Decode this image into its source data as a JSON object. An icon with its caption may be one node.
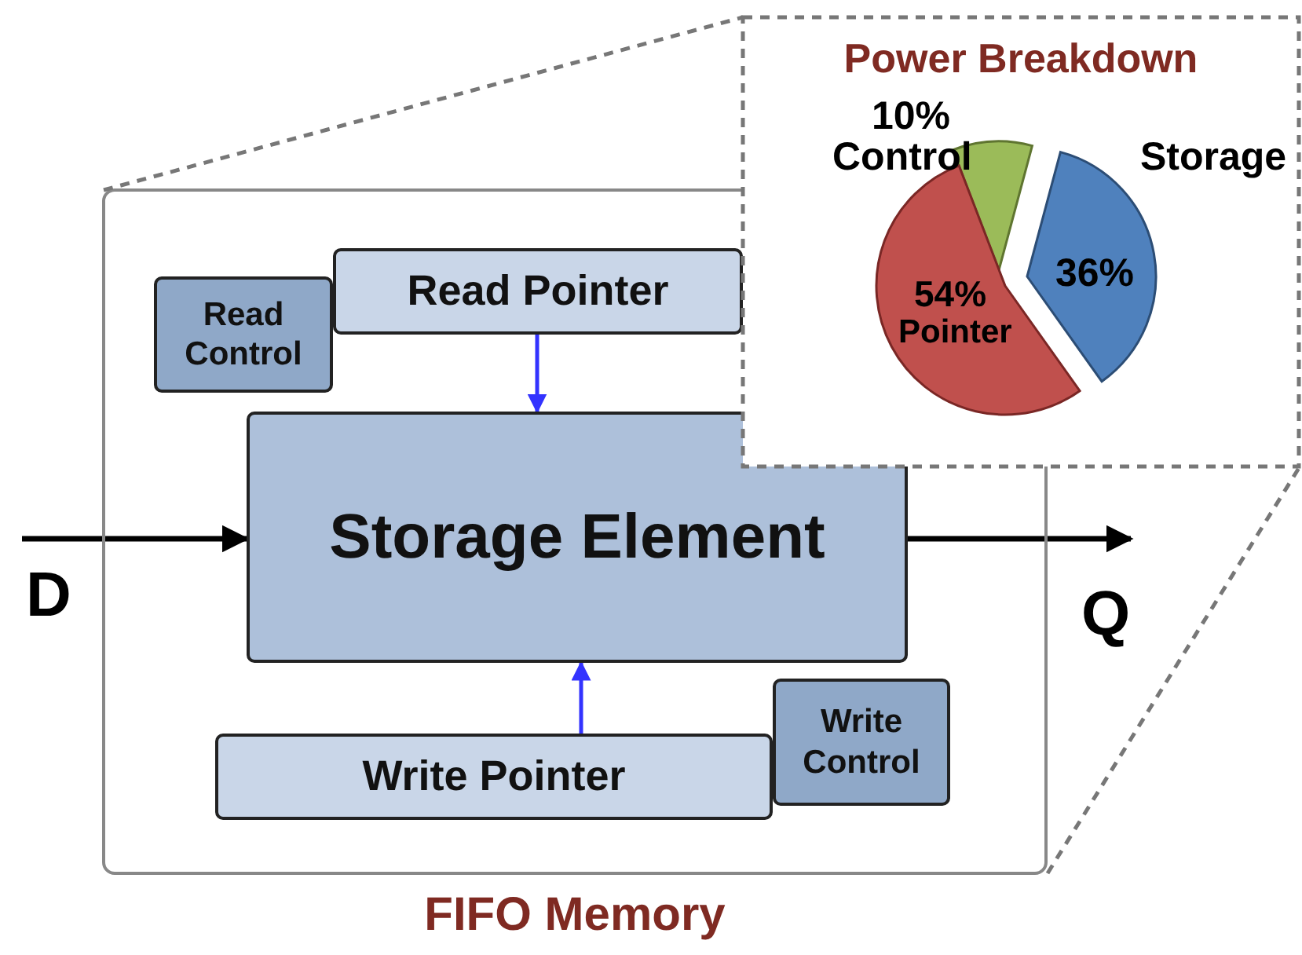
{
  "diagram": {
    "nodes": [
      {
        "text": [
          "FIFO Memory"
        ]
      },
      {
        "text": [
          "Read Pointer"
        ],
        "in": 0
      },
      {
        "text": [
          "Read Control"
        ],
        "in": 0
      },
      {
        "text": [
          "Storage Element"
        ],
        "in": 0
      },
      {
        "text": [
          "Write Pointer"
        ],
        "in": 0
      },
      {
        "text": [
          "Write Control"
        ],
        "in": 0
      },
      {
        "text": [
          "D"
        ]
      },
      {
        "text": [
          "Q"
        ]
      }
    ],
    "edges": [
      {
        "from": 6,
        "to": 3,
        "arrow": "to"
      },
      {
        "from": 3,
        "to": 7,
        "arrow": "to"
      },
      {
        "from": 1,
        "to": 3,
        "arrow": "to",
        "color": "#3333ff"
      },
      {
        "from": 4,
        "to": 3,
        "arrow": "to",
        "color": "#3333ff"
      }
    ],
    "chart_data": {
      "type": "pie",
      "title": "Power Breakdown",
      "categories": [
        "Storage",
        "Pointer",
        "Control"
      ],
      "values": [
        36,
        54,
        10
      ],
      "value_labels": [
        "36%",
        "54%",
        "10%"
      ]
    }
  }
}
